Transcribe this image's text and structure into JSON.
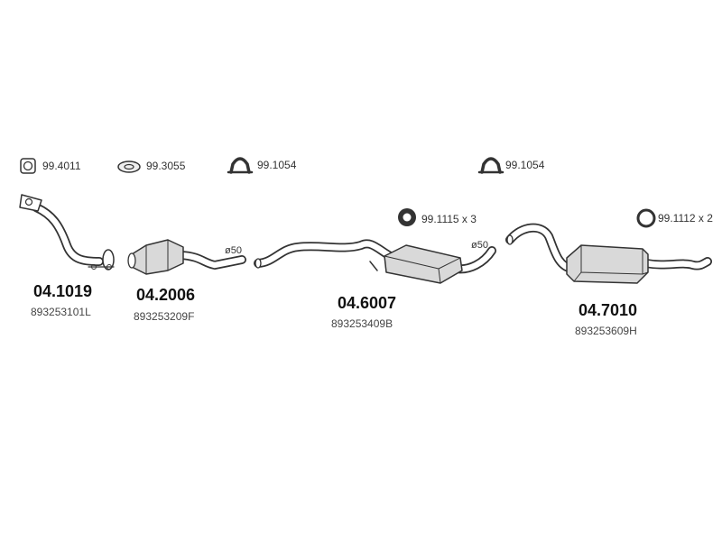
{
  "accessories": [
    {
      "code": "99.4011",
      "icon": "square-gasket-icon"
    },
    {
      "code": "99.3055",
      "icon": "ring-gasket-icon"
    },
    {
      "code": "99.1054",
      "icon": "u-clamp-icon"
    },
    {
      "code": "99.1054",
      "icon": "u-clamp-icon"
    },
    {
      "code": "99.1115 x 3",
      "icon": "rubber-mount-icon"
    },
    {
      "code": "99.1112 x 2",
      "icon": "rubber-ring-icon"
    }
  ],
  "parts": [
    {
      "code": "04.1019",
      "oem": "893253101L",
      "name": "front pipe"
    },
    {
      "code": "04.2006",
      "oem": "893253209F",
      "name": "catalytic converter"
    },
    {
      "code": "04.6007",
      "oem": "893253409B",
      "name": "middle silencer"
    },
    {
      "code": "04.7010",
      "oem": "893253609H",
      "name": "rear silencer"
    }
  ],
  "diameters": [
    "ø50",
    "ø50"
  ],
  "colors": {
    "part_fill": "#d9d9d9",
    "outline": "#333333",
    "text": "#222222"
  }
}
